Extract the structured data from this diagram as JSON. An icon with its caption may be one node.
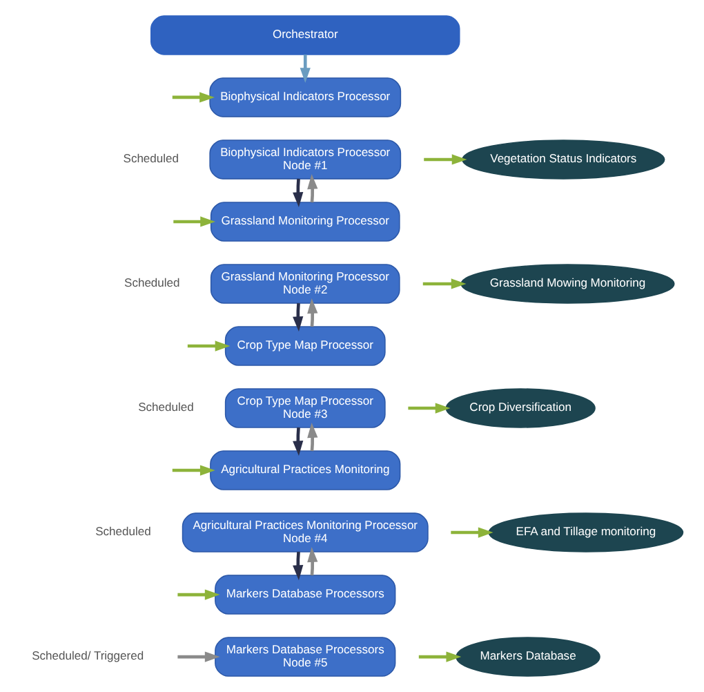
{
  "diagram": {
    "nodes": [
      {
        "text": [
          "Orchestrator"
        ]
      },
      {
        "text": [
          "Biophysical Indicators Processor"
        ]
      },
      {
        "text": [
          "Biophysical Indicators Processor",
          "Node #1"
        ]
      },
      {
        "text": [
          "Vegetation Status Indicators"
        ]
      },
      {
        "text": [
          "Grassland Monitoring Processor"
        ]
      },
      {
        "text": [
          "Grassland Monitoring Processor",
          "Node #2"
        ]
      },
      {
        "text": [
          "Grassland Mowing Monitoring"
        ]
      },
      {
        "text": [
          "Crop Type Map Processor"
        ]
      },
      {
        "text": [
          "Crop Type Map Processor",
          "Node #3"
        ]
      },
      {
        "text": [
          "Crop Diversification"
        ]
      },
      {
        "text": [
          "Agricultural Practices Monitoring"
        ]
      },
      {
        "text": [
          "Agricultural Practices Monitoring Processor",
          "Node #4"
        ]
      },
      {
        "text": [
          "EFA and Tillage monitoring"
        ]
      },
      {
        "text": [
          "Markers Database Processors"
        ]
      },
      {
        "text": [
          "Markers Database Processors",
          "Node #5"
        ]
      },
      {
        "text": [
          "Markers Database"
        ]
      }
    ],
    "edges": [
      {
        "from": 0,
        "to": 1,
        "arrow": "to",
        "color": "#6a9cc0"
      },
      {
        "from": 2,
        "to": 4,
        "arrow": "to",
        "color": "#2a2f4a"
      },
      {
        "from": 4,
        "to": 2,
        "arrow": "to",
        "color": "#8a8a8a"
      },
      {
        "from": 5,
        "to": 7,
        "arrow": "to",
        "color": "#2a2f4a"
      },
      {
        "from": 7,
        "to": 5,
        "arrow": "to",
        "color": "#8a8a8a"
      },
      {
        "from": 8,
        "to": 10,
        "arrow": "to",
        "color": "#2a2f4a"
      },
      {
        "from": 10,
        "to": 8,
        "arrow": "to",
        "color": "#8a8a8a"
      },
      {
        "from": 11,
        "to": 13,
        "arrow": "to",
        "color": "#2a2f4a"
      },
      {
        "from": 13,
        "to": 11,
        "arrow": "to",
        "color": "#8a8a8a"
      },
      {
        "from": null,
        "to": 14,
        "arrow": "to",
        "color": "#8a8a8a"
      },
      {
        "from": null,
        "to": 1,
        "arrow": "to"
      },
      {
        "from": null,
        "to": 4,
        "arrow": "to"
      },
      {
        "from": null,
        "to": 7,
        "arrow": "to"
      },
      {
        "from": null,
        "to": 10,
        "arrow": "to"
      },
      {
        "from": null,
        "to": 13,
        "arrow": "to"
      },
      {
        "from": null,
        "to": 3,
        "arrow": "to"
      },
      {
        "from": null,
        "to": 6,
        "arrow": "to"
      },
      {
        "from": null,
        "to": 9,
        "arrow": "to"
      },
      {
        "from": null,
        "to": 12,
        "arrow": "to"
      },
      {
        "from": null,
        "to": 15,
        "arrow": "to"
      }
    ],
    "labels": [
      "Scheduled",
      "Scheduled",
      "Scheduled",
      "Scheduled",
      "Scheduled/ Triggered"
    ]
  }
}
